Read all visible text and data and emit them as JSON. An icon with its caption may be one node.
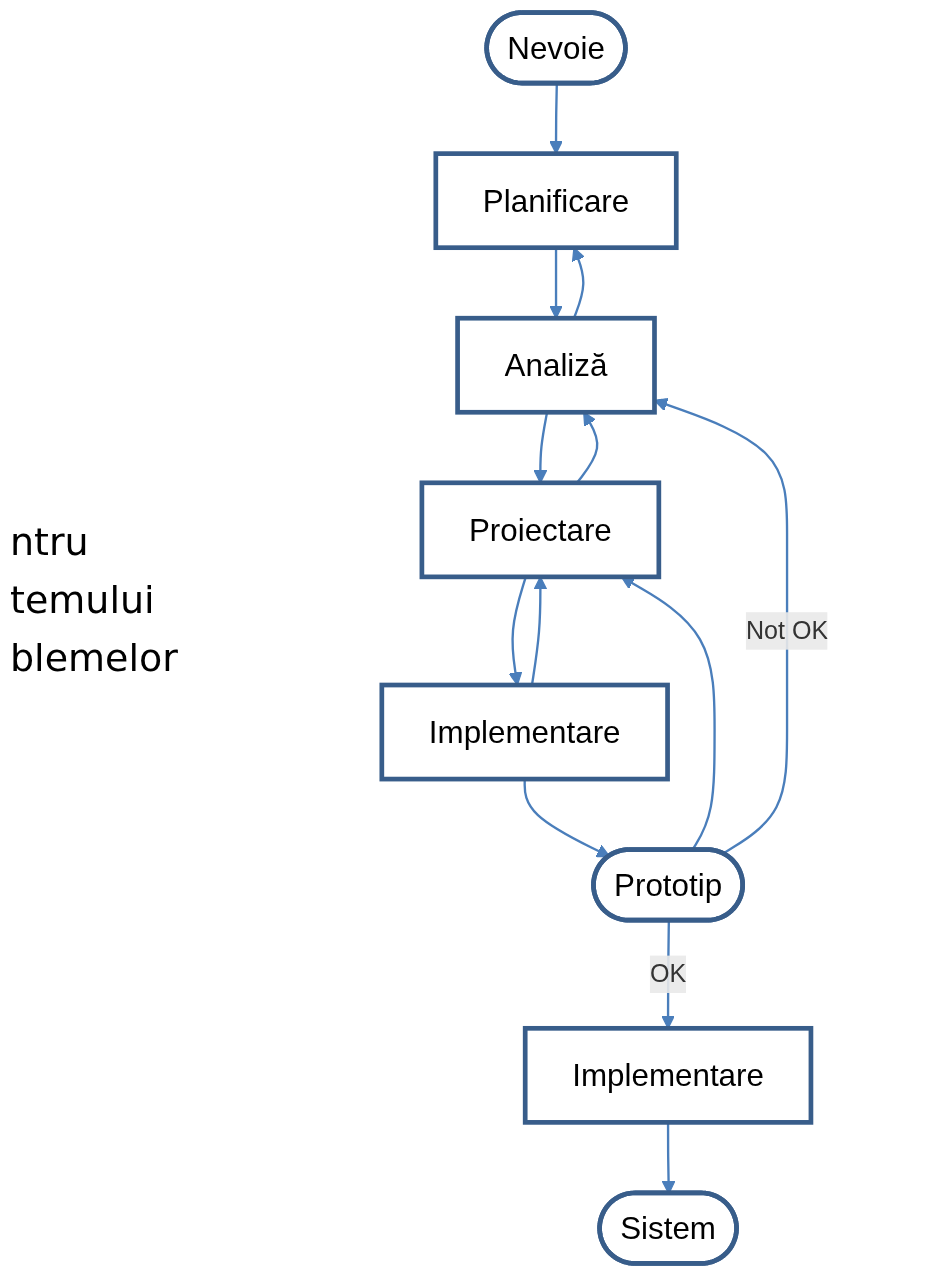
{
  "diagram": {
    "nodes": [
      {
        "text": [
          "Nevoie"
        ]
      },
      {
        "text": [
          "Planificare"
        ]
      },
      {
        "text": [
          "Analiză"
        ]
      },
      {
        "text": [
          "Proiectare"
        ]
      },
      {
        "text": [
          "Implementare"
        ]
      },
      {
        "text": [
          "Prototip"
        ]
      },
      {
        "text": [
          "Implementare"
        ]
      },
      {
        "text": [
          "Sistem"
        ]
      }
    ],
    "edges": [
      {
        "from": 0,
        "to": 1,
        "arrow": "to"
      },
      {
        "from": 1,
        "to": 2,
        "arrow": "to"
      },
      {
        "from": 2,
        "to": 1,
        "arrow": "to"
      },
      {
        "from": 2,
        "to": 3,
        "arrow": "to"
      },
      {
        "from": 3,
        "to": 2,
        "arrow": "to"
      },
      {
        "from": 3,
        "to": 4,
        "arrow": "to"
      },
      {
        "from": 4,
        "to": 3,
        "arrow": "to"
      },
      {
        "from": 4,
        "to": 5,
        "arrow": "to"
      },
      {
        "from": 5,
        "to": 2,
        "arrow": "to",
        "label": "Not OK"
      },
      {
        "from": 5,
        "to": 3,
        "arrow": "to"
      },
      {
        "from": 5,
        "to": 6,
        "arrow": "to",
        "label": "OK"
      },
      {
        "from": 6,
        "to": 7,
        "arrow": "to"
      }
    ],
    "labels": [
      "ntru",
      "temului",
      "blemelor"
    ]
  }
}
